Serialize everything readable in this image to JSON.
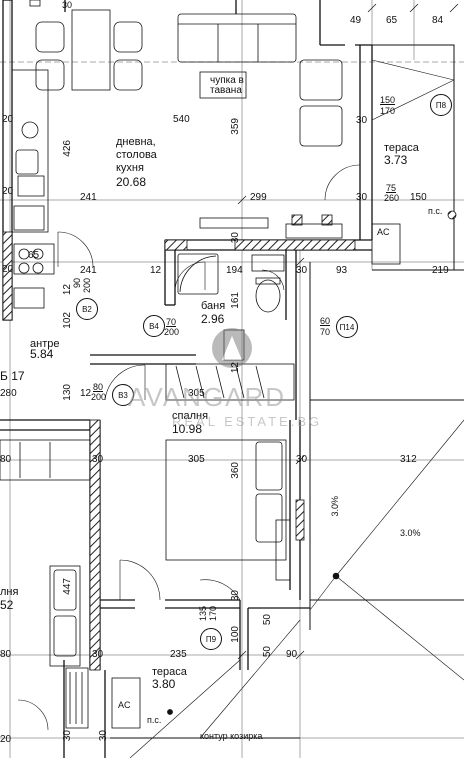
{
  "rooms": {
    "living": {
      "name_1": "дневна,",
      "name_2": "столова",
      "name_3": "кухня",
      "area": "20.68"
    },
    "bath": {
      "name": "баня",
      "area": "2.96"
    },
    "hall": {
      "name": "антре",
      "area": "5.84"
    },
    "bedroom": {
      "name": "спалня",
      "area": "10.98"
    },
    "terrace_top": {
      "name": "тераса",
      "area": "3.73"
    },
    "terrace_bottom": {
      "name": "тераса",
      "area": "3.80"
    },
    "left_room": {
      "name": "лня",
      "area": "52"
    }
  },
  "notes": {
    "attic_hatch_1": "чупка в",
    "attic_hatch_2": "тавана",
    "apartment_label": "Б 17",
    "ps_top": "п.с.",
    "ps_bottom": "п.с.",
    "ac_top": "AC",
    "ac_bottom": "AC",
    "canopy_contour": "контур козирка",
    "slope_1": "3.0%",
    "slope_2": "3.0%"
  },
  "openings": {
    "P8": "П8",
    "P8_w": "150",
    "P8_h": "170",
    "P14": "П14",
    "P14_w": "60",
    "P14_h": "70",
    "P9": "П9",
    "P9_w": "135",
    "P9_h": "170",
    "B2": "В2",
    "B3": "В3",
    "B4": "В4",
    "B4_w": "70",
    "B4_h": "200",
    "door_75_260_a": "75",
    "door_75_260_b": "260",
    "door_80_200_a": "80",
    "door_80_200_b": "200",
    "door_90_200_a": "90",
    "door_90_200_b": "200"
  },
  "dimensions": {
    "top": [
      "30",
      "49",
      "65",
      "84"
    ],
    "d540": "540",
    "d359": "359",
    "d426": "426",
    "d20a": "20",
    "d20b": "20",
    "d20c": "20",
    "d30a": "30",
    "d30b": "30",
    "d30c": "30",
    "d241a": "241",
    "d299": "299",
    "d150": "150",
    "d75": "75",
    "d260": "260",
    "d12a": "12",
    "d241b": "241",
    "d194": "194",
    "d30d": "30",
    "d93": "93",
    "d219": "219",
    "d30e": "30",
    "d161": "161",
    "d102": "102",
    "d12b": "12",
    "d65": "65",
    "d280": "280",
    "d130": "130",
    "d12c": "12",
    "d305a": "305",
    "d12d": "12",
    "d305b": "305",
    "d30f": "30",
    "d312": "312",
    "d360": "360",
    "d80a": "80",
    "d30g": "30",
    "d447": "447",
    "d30h": "30",
    "d235": "235",
    "d100": "100",
    "d50a": "50",
    "d50b": "50",
    "d90": "90",
    "d80b": "80",
    "d30i": "30",
    "d30j": "30",
    "d30k": "30",
    "d20d": "20"
  },
  "watermark": {
    "line1": "AVANGARD",
    "line2": "REAL ESTATE.BG"
  }
}
